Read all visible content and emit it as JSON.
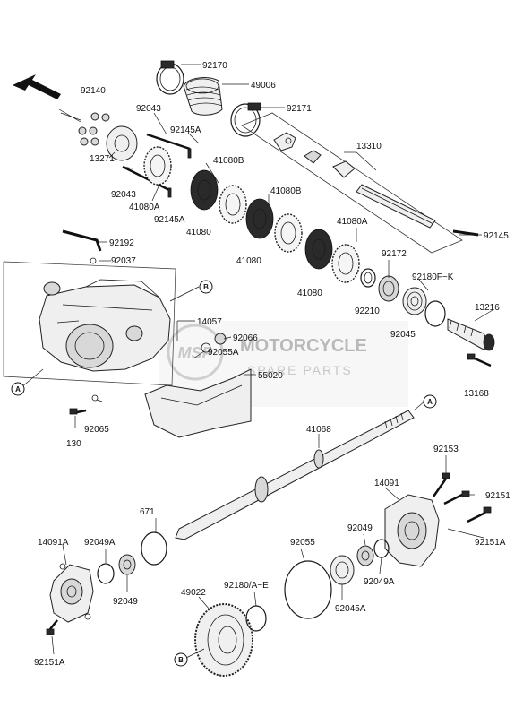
{
  "watermark": {
    "line1": "MOTORCYCLE",
    "line2": "SPARE PARTS",
    "logo": "MSP",
    "color": "#c9c9c9"
  },
  "direction_arrow": {
    "icon": "front-direction-arrow"
  },
  "callouts": {
    "A": "A",
    "B": "B"
  },
  "parts": {
    "p92170": "92170",
    "p49006": "49006",
    "p92140": "92140",
    "p92043_top": "92043",
    "p92171": "92171",
    "p92145A_top": "92145A",
    "p13310": "13310",
    "p13271": "13271",
    "p41080B_1": "41080B",
    "p92043_bot": "92043",
    "p41080A_1": "41080A",
    "p92145A_bot": "92145A",
    "p41080_1": "41080",
    "p41080B_2": "41080B",
    "p92145": "92145",
    "p41080_2": "41080",
    "p41080A_2": "41080A",
    "p92192": "92192",
    "p92037": "92037",
    "p92172": "92172",
    "p92180FK": "92180F~K",
    "p41080_3": "41080",
    "p92210": "92210",
    "p13216": "13216",
    "p14057": "14057",
    "p92066": "92066",
    "p92045_top": "92045",
    "p92055A": "92055A",
    "p55020": "55020",
    "p13168": "13168",
    "p92065": "92065",
    "p130": "130",
    "p41068": "41068",
    "p92153": "92153",
    "p14091": "14091",
    "p92151": "92151",
    "p671": "671",
    "p92049_r": "92049",
    "p92055": "92055",
    "p92151A_r": "92151A",
    "p14091A": "14091A",
    "p92049A_l": "92049A",
    "p92049A_r": "92049A",
    "p92049_l": "92049",
    "p92045A": "92045A",
    "p49022": "49022",
    "p92180AE": "92180/A~E",
    "p92151A_l": "92151A"
  }
}
